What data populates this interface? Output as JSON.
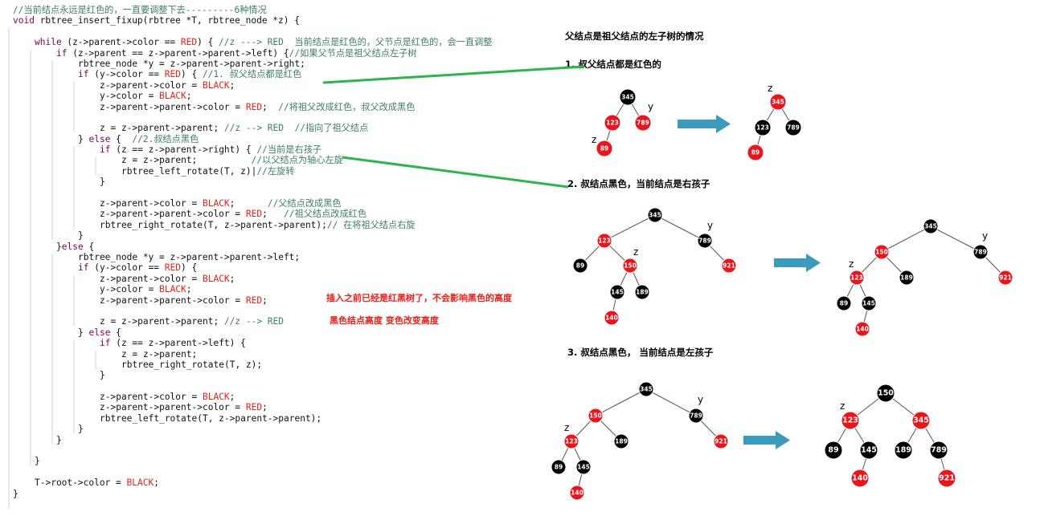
{
  "code": {
    "lines": [
      {
        "indent": 0,
        "segs": [
          [
            "c",
            "//当前结点永远是红色的，一直要调整下去---------6种情况"
          ]
        ]
      },
      {
        "indent": 0,
        "segs": [
          [
            "k",
            "void "
          ],
          [
            "t",
            "rbtree_insert_fixup(rbtree *T, rbtree_node *z) {"
          ]
        ]
      },
      {
        "indent": 0,
        "segs": []
      },
      {
        "indent": 1,
        "segs": [
          [
            "k",
            "while "
          ],
          [
            "t",
            "(z->parent->color == "
          ],
          [
            "r",
            "RED"
          ],
          [
            "t",
            ") { "
          ],
          [
            "c",
            "//z ---> RED  当前结点是红色的，父节点是红色的，会一直调整"
          ]
        ]
      },
      {
        "indent": 2,
        "segs": [
          [
            "k",
            "if "
          ],
          [
            "t",
            "(z->parent == z->parent->parent->left) {"
          ],
          [
            "c",
            "//如果父节点是祖父结点左子树"
          ]
        ]
      },
      {
        "indent": 3,
        "segs": [
          [
            "t",
            "rbtree_node *y = z->parent->parent->right;"
          ]
        ]
      },
      {
        "indent": 3,
        "segs": [
          [
            "k",
            "if "
          ],
          [
            "t",
            "(y->color == "
          ],
          [
            "r",
            "RED"
          ],
          [
            "t",
            ") { "
          ],
          [
            "c",
            "//1. 叔父结点都是红色"
          ]
        ]
      },
      {
        "indent": 4,
        "segs": [
          [
            "t",
            "z->parent->color = "
          ],
          [
            "r",
            "BLACK"
          ],
          [
            "t",
            ";"
          ]
        ]
      },
      {
        "indent": 4,
        "segs": [
          [
            "t",
            "y->color = "
          ],
          [
            "r",
            "BLACK"
          ],
          [
            "t",
            ";"
          ]
        ]
      },
      {
        "indent": 4,
        "segs": [
          [
            "t",
            "z->parent->parent->color = "
          ],
          [
            "r",
            "RED"
          ],
          [
            "t",
            ";  "
          ],
          [
            "c",
            "//将祖父改成红色，叔父改成黑色"
          ]
        ]
      },
      {
        "indent": 4,
        "segs": []
      },
      {
        "indent": 4,
        "segs": [
          [
            "t",
            "z = z->parent->parent; "
          ],
          [
            "c",
            "//z --> RED  //指向了祖父结点"
          ]
        ]
      },
      {
        "indent": 3,
        "segs": [
          [
            "t",
            "} "
          ],
          [
            "k",
            "else "
          ],
          [
            "t",
            "{  "
          ],
          [
            "c",
            "//2.叔结点黑色"
          ]
        ]
      },
      {
        "indent": 4,
        "segs": [
          [
            "k",
            "if "
          ],
          [
            "t",
            "(z == z->parent->right) { "
          ],
          [
            "c",
            "//当前是右孩子"
          ]
        ]
      },
      {
        "indent": 5,
        "segs": [
          [
            "t",
            "z = z->parent;          "
          ],
          [
            "c",
            "//以父结点为轴心左旋"
          ]
        ]
      },
      {
        "indent": 5,
        "segs": [
          [
            "t",
            "rbtree_left_rotate(T, z)"
          ],
          [
            "t",
            "|"
          ],
          [
            "c",
            "//左旋转"
          ]
        ]
      },
      {
        "indent": 4,
        "segs": [
          [
            "t",
            "}"
          ]
        ]
      },
      {
        "indent": 4,
        "segs": []
      },
      {
        "indent": 4,
        "segs": [
          [
            "t",
            "z->parent->color = "
          ],
          [
            "r",
            "BLACK"
          ],
          [
            "t",
            ";      "
          ],
          [
            "c",
            "//父结点改成黑色"
          ]
        ]
      },
      {
        "indent": 4,
        "segs": [
          [
            "t",
            "z->parent->parent->color = "
          ],
          [
            "r",
            "RED"
          ],
          [
            "t",
            ";   "
          ],
          [
            "c",
            "//祖父结点改成红色"
          ]
        ]
      },
      {
        "indent": 4,
        "segs": [
          [
            "t",
            "rbtree_right_rotate(T, z->parent->parent);"
          ],
          [
            "c",
            "// 在将祖父结点右旋"
          ]
        ]
      },
      {
        "indent": 3,
        "segs": [
          [
            "t",
            "}"
          ]
        ]
      },
      {
        "indent": 2,
        "segs": [
          [
            "t",
            "}"
          ],
          [
            "k",
            "else "
          ],
          [
            "t",
            "{"
          ]
        ]
      },
      {
        "indent": 3,
        "segs": [
          [
            "t",
            "rbtree_node *y = z->parent->parent->left;"
          ]
        ]
      },
      {
        "indent": 3,
        "segs": [
          [
            "k",
            "if "
          ],
          [
            "t",
            "(y->color == "
          ],
          [
            "r",
            "RED"
          ],
          [
            "t",
            ") {"
          ]
        ]
      },
      {
        "indent": 4,
        "segs": [
          [
            "t",
            "z->parent->color = "
          ],
          [
            "r",
            "BLACK"
          ],
          [
            "t",
            ";"
          ]
        ]
      },
      {
        "indent": 4,
        "segs": [
          [
            "t",
            "y->color = "
          ],
          [
            "r",
            "BLACK"
          ],
          [
            "t",
            ";"
          ]
        ]
      },
      {
        "indent": 4,
        "segs": [
          [
            "t",
            "z->parent->parent->color = "
          ],
          [
            "r",
            "RED"
          ],
          [
            "t",
            ";"
          ]
        ]
      },
      {
        "indent": 4,
        "segs": []
      },
      {
        "indent": 4,
        "segs": [
          [
            "t",
            "z = z->parent->parent; "
          ],
          [
            "c",
            "//z --> RED"
          ]
        ]
      },
      {
        "indent": 3,
        "segs": [
          [
            "t",
            "} "
          ],
          [
            "k",
            "else "
          ],
          [
            "t",
            "{"
          ]
        ]
      },
      {
        "indent": 4,
        "segs": [
          [
            "k",
            "if "
          ],
          [
            "t",
            "(z == z->parent->left) {"
          ]
        ]
      },
      {
        "indent": 5,
        "segs": [
          [
            "t",
            "z = z->parent;"
          ]
        ]
      },
      {
        "indent": 5,
        "segs": [
          [
            "t",
            "rbtree_right_rotate(T, z);"
          ]
        ]
      },
      {
        "indent": 4,
        "segs": [
          [
            "t",
            "}"
          ]
        ]
      },
      {
        "indent": 4,
        "segs": []
      },
      {
        "indent": 4,
        "segs": [
          [
            "t",
            "z->parent->color = "
          ],
          [
            "r",
            "BLACK"
          ],
          [
            "t",
            ";"
          ]
        ]
      },
      {
        "indent": 4,
        "segs": [
          [
            "t",
            "z->parent->parent->color = "
          ],
          [
            "r",
            "RED"
          ],
          [
            "t",
            ";"
          ]
        ]
      },
      {
        "indent": 4,
        "segs": [
          [
            "t",
            "rbtree_left_rotate(T, z->parent->parent);"
          ]
        ]
      },
      {
        "indent": 3,
        "segs": [
          [
            "t",
            "}"
          ]
        ]
      },
      {
        "indent": 2,
        "segs": [
          [
            "t",
            "}"
          ]
        ]
      },
      {
        "indent": 2,
        "segs": []
      },
      {
        "indent": 1,
        "segs": [
          [
            "t",
            "}"
          ]
        ]
      },
      {
        "indent": 1,
        "segs": []
      },
      {
        "indent": 1,
        "segs": [
          [
            "t",
            "T->root->color = "
          ],
          [
            "r",
            "BLACK"
          ],
          [
            "t",
            ";"
          ]
        ]
      },
      {
        "indent": 0,
        "segs": [
          [
            "t",
            "}"
          ]
        ]
      }
    ]
  },
  "notes": {
    "note1": "插入之前已经是红黑树了，不会影响黑色的高度",
    "note2": "黑色结点高度  变色改变高度"
  },
  "headings": {
    "title": "父结点是祖父结点的左子树的情况",
    "case1": "1.  叔父结点都是红色的",
    "case2": "2.  叔结点黑色，当前结点是右孩子",
    "case3": "3.  叔结点黑色， 当前结点是左孩子"
  },
  "colors": {
    "red": "#e8151b",
    "black": "#000000",
    "arrow": "#3a9bbd",
    "connector": "#2fb34a"
  },
  "trees": [
    {
      "id": "case1-before",
      "nodes": [
        {
          "v": "345",
          "c": "black"
        },
        {
          "v": "123",
          "c": "red",
          "label": ""
        },
        {
          "v": "789",
          "c": "red",
          "label": "y"
        },
        {
          "v": "89",
          "c": "red",
          "label": "z"
        }
      ]
    },
    {
      "id": "case1-after",
      "nodes": [
        {
          "v": "345",
          "c": "red",
          "label": "z"
        },
        {
          "v": "123",
          "c": "black"
        },
        {
          "v": "789",
          "c": "black"
        },
        {
          "v": "89",
          "c": "red"
        }
      ]
    },
    {
      "id": "case2-before",
      "nodes": [
        {
          "v": "345",
          "c": "black"
        },
        {
          "v": "123",
          "c": "red"
        },
        {
          "v": "789",
          "c": "black",
          "label": "y"
        },
        {
          "v": "89",
          "c": "black"
        },
        {
          "v": "150",
          "c": "red",
          "label": "z"
        },
        {
          "v": "921",
          "c": "red"
        },
        {
          "v": "145",
          "c": "black"
        },
        {
          "v": "189",
          "c": "black"
        },
        {
          "v": "140",
          "c": "red"
        }
      ]
    },
    {
      "id": "case2-after",
      "nodes": [
        {
          "v": "345",
          "c": "black"
        },
        {
          "v": "150",
          "c": "red"
        },
        {
          "v": "789",
          "c": "black",
          "label": "y"
        },
        {
          "v": "123",
          "c": "red",
          "label": "z"
        },
        {
          "v": "189",
          "c": "black"
        },
        {
          "v": "921",
          "c": "red"
        },
        {
          "v": "89",
          "c": "black"
        },
        {
          "v": "145",
          "c": "black"
        },
        {
          "v": "140",
          "c": "red"
        }
      ]
    },
    {
      "id": "case3-before",
      "nodes": [
        {
          "v": "345",
          "c": "black"
        },
        {
          "v": "150",
          "c": "red"
        },
        {
          "v": "789",
          "c": "black",
          "label": "y"
        },
        {
          "v": "123",
          "c": "red",
          "label": "z"
        },
        {
          "v": "189",
          "c": "black"
        },
        {
          "v": "921",
          "c": "red"
        },
        {
          "v": "89",
          "c": "black"
        },
        {
          "v": "145",
          "c": "black"
        },
        {
          "v": "140",
          "c": "red"
        }
      ]
    },
    {
      "id": "case3-after",
      "nodes": [
        {
          "v": "150",
          "c": "black"
        },
        {
          "v": "123",
          "c": "red",
          "label": "z"
        },
        {
          "v": "345",
          "c": "red"
        },
        {
          "v": "89",
          "c": "black"
        },
        {
          "v": "145",
          "c": "black"
        },
        {
          "v": "189",
          "c": "black"
        },
        {
          "v": "789",
          "c": "black"
        },
        {
          "v": "140",
          "c": "red"
        },
        {
          "v": "921",
          "c": "red"
        }
      ]
    }
  ]
}
